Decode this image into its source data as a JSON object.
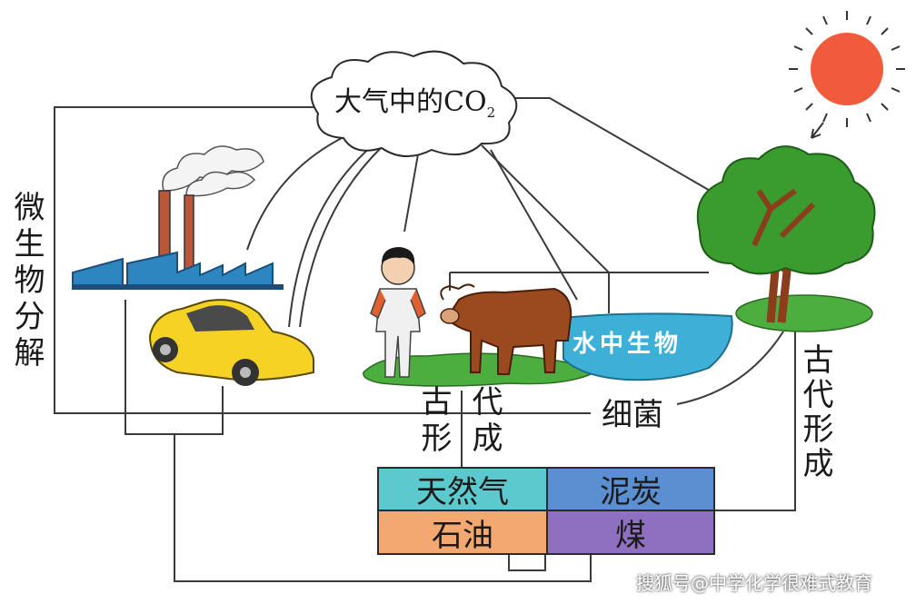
{
  "cloud": {
    "text": "大气中的CO",
    "sub": "2"
  },
  "labels": {
    "micro_decompose": "微生物分解",
    "ancient_left": "古形",
    "ancient_right": "代成",
    "ancient_side": "古代形成",
    "bacteria": "细菌",
    "water_life": "水中生物"
  },
  "fossils": {
    "natural_gas": "天然气",
    "peat": "泥炭",
    "petroleum": "石油",
    "coal": "煤"
  },
  "watermark": "搜狐号@中学化学很难式教育",
  "colors": {
    "natural_gas": "#5cc9cf",
    "peat": "#5a8fd1",
    "petroleum": "#f2a86e",
    "coal": "#8f6fbf",
    "water": "#3eb0d8",
    "sun": "#f25a3c",
    "tree": "#3a9b2f",
    "cow": "#9b4a1f",
    "car": "#f5d224"
  }
}
